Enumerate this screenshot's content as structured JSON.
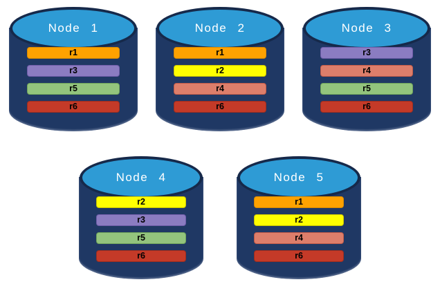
{
  "colors": {
    "background": "#FFFFFF",
    "cylinder_body": "#1F3864",
    "cylinder_top": "#2E9BD5",
    "cylinder_outline": "#16294A",
    "title_text": "#FFFFFF",
    "bar_text": "#000000"
  },
  "replica_styles": {
    "r1": {
      "fill": "#FFA200",
      "border": "#D98A00"
    },
    "r2": {
      "fill": "#FFFF00",
      "border": "#C9C400"
    },
    "r3": {
      "fill": "#8B7CC1",
      "border": "#6E5CA8"
    },
    "r4": {
      "fill": "#DD7E6B",
      "border": "#C05A48"
    },
    "r5": {
      "fill": "#93C47D",
      "border": "#6FA35A"
    },
    "r6": {
      "fill": "#C43A28",
      "border": "#9E2D1E"
    }
  },
  "nodes": [
    {
      "label": "Node 1",
      "replicas": [
        "r1",
        "r3",
        "r5",
        "r6"
      ]
    },
    {
      "label": "Node 2",
      "replicas": [
        "r1",
        "r2",
        "r4",
        "r6"
      ]
    },
    {
      "label": "Node 3",
      "replicas": [
        "r3",
        "r4",
        "r5",
        "r6"
      ]
    },
    {
      "label": "Node 4",
      "replicas": [
        "r2",
        "r3",
        "r5",
        "r6"
      ]
    },
    {
      "label": "Node 5",
      "replicas": [
        "r1",
        "r2",
        "r4",
        "r6"
      ]
    }
  ]
}
